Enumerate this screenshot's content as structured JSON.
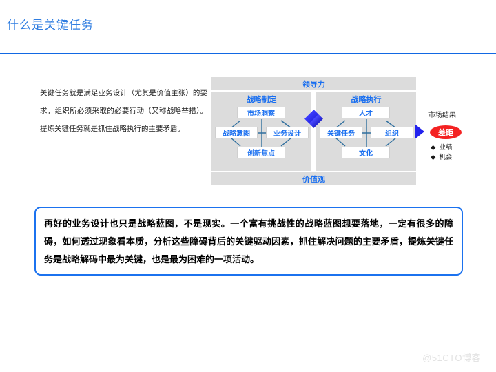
{
  "slide": {
    "title": "什么是关键任务",
    "accent_color": "#1268e3",
    "title_color": "#2f7de1"
  },
  "intro": {
    "paragraph": "关键任务就是满足业务设计（尤其是价值主张）的要求，组织所必须采取的必要行动（又称战略举措）。提炼关键任务就是抓住战略执行的主要矛盾。"
  },
  "diagram": {
    "leadership_bar": "领导力",
    "values_bar": "价值观",
    "left": {
      "title": "战略制定",
      "top": "市场洞察",
      "left": "战略意图",
      "right": "业务设计",
      "bottom": "创新焦点"
    },
    "right": {
      "title": "战略执行",
      "top": "人才",
      "left": "关键任务",
      "right": "组织",
      "bottom": "文化"
    },
    "node_color": "#1a6ff0",
    "panel_color": "#dcdcdc",
    "diamond_color": "#2a2ae6",
    "link_color": "#2f6f9e"
  },
  "results": {
    "label": "市场结果",
    "gap_badge": "差距",
    "gap_color": "#f42222",
    "arrow_color": "#2222ee",
    "bullets": [
      {
        "mark": "◆",
        "label": "业绩"
      },
      {
        "mark": "◆",
        "label": "机会"
      }
    ]
  },
  "callout": {
    "text": "再好的业务设计也只是战略蓝图，不是现实。一个富有挑战性的战略蓝图想要落地，一定有很多的障碍，如何透过现象看本质，分析这些障碍背后的关键驱动因素，抓住解决问题的主要矛盾，提炼关键任务是战略解码中最为关键，也是最为困难的一项活动。",
    "border_color": "#1b72ef"
  },
  "watermark": {
    "text": "@51CTO博客"
  }
}
